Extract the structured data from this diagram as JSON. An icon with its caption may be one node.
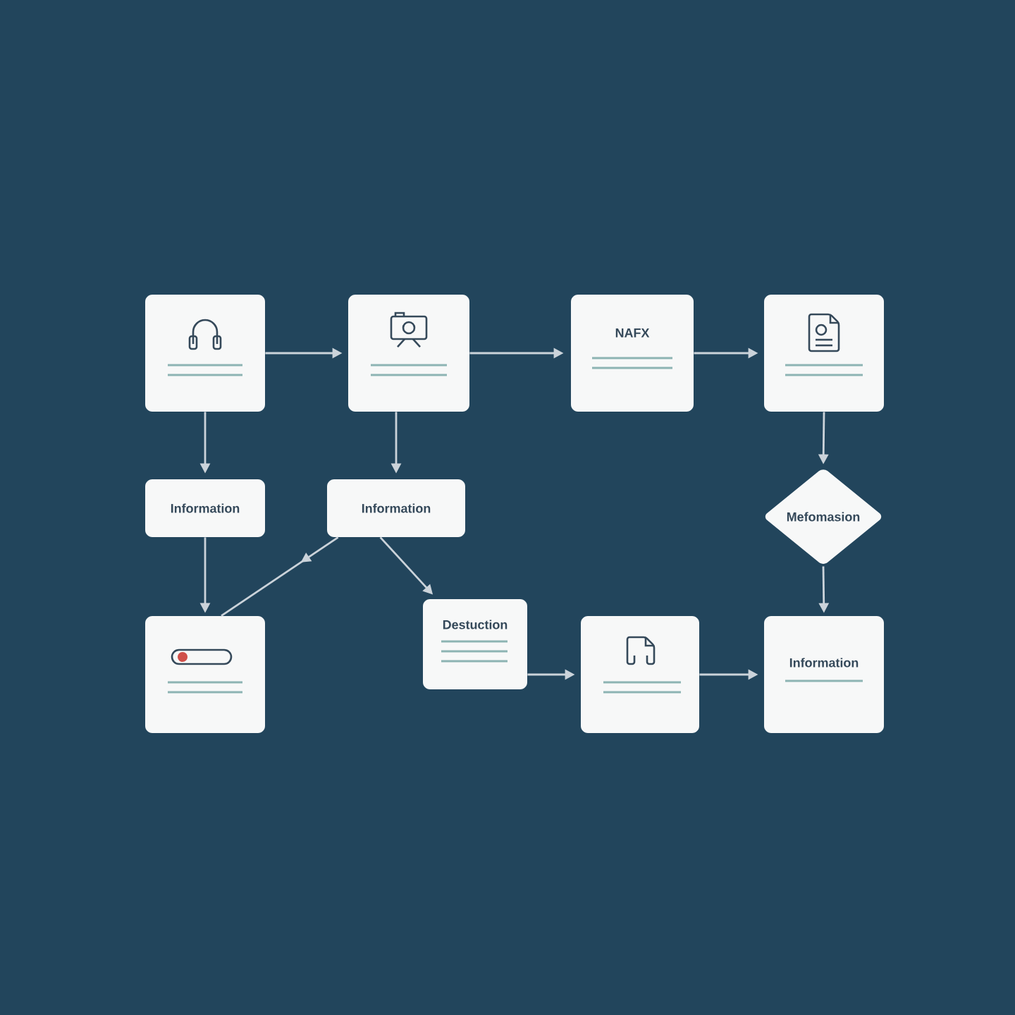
{
  "diagram": {
    "nodes": [
      {
        "text": [],
        "shape": "box"
      },
      {
        "text": [],
        "shape": "box"
      },
      {
        "text": [
          "NAFX"
        ]
      },
      {
        "text": [],
        "shape": "box"
      },
      {
        "text": [
          "Information"
        ]
      },
      {
        "text": [
          "Information"
        ]
      },
      {
        "text": [
          "Mefomasion"
        ]
      },
      {
        "text": [],
        "shape": "box"
      },
      {
        "text": [
          "Destuction"
        ]
      },
      {
        "text": [],
        "shape": "box"
      },
      {
        "text": [
          "Information"
        ]
      }
    ],
    "edges": [
      {
        "from": 0,
        "to": 1,
        "arrow": "to"
      },
      {
        "from": 1,
        "to": 2,
        "arrow": "to"
      },
      {
        "from": 2,
        "to": 3,
        "arrow": "to"
      },
      {
        "from": 0,
        "to": 4,
        "arrow": "to"
      },
      {
        "from": 1,
        "to": 5,
        "arrow": "to"
      },
      {
        "from": 3,
        "to": 6,
        "arrow": "to"
      },
      {
        "from": 4,
        "to": 7,
        "arrow": "to"
      },
      {
        "from": 5,
        "to": 7,
        "arrow": "to"
      },
      {
        "from": 5,
        "to": 8,
        "arrow": "to"
      },
      {
        "from": 6,
        "to": 10,
        "arrow": "to"
      },
      {
        "from": 8,
        "to": 9,
        "arrow": "to"
      },
      {
        "from": 9,
        "to": 10,
        "arrow": "to"
      }
    ]
  }
}
